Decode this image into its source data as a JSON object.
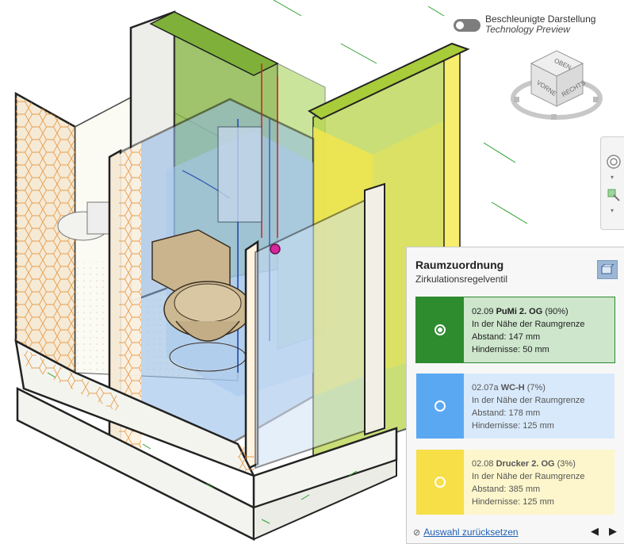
{
  "toggle": {
    "label": "Beschleunigte Darstellung",
    "sublabel": "Technology Preview",
    "state": "off"
  },
  "viewcube": {
    "faces": [
      "OBEN",
      "VORNE",
      "RECHTS"
    ],
    "icon": "viewcube-icon"
  },
  "navbar": {
    "icons": [
      "steering-wheel-icon",
      "zoom-icon"
    ]
  },
  "panel": {
    "title": "Raumzuordnung",
    "subtitle": "Zirkulationsregelventil",
    "header_icon": "room-view-icon",
    "rooms": [
      {
        "number": "02.09",
        "name": "PuMi 2. OG",
        "percent": "(90%)",
        "location": "In der Nähe der Raumgrenze",
        "distance": "Abstand: 147 mm",
        "obstacles": "Hindernisse: 50 mm",
        "selected": true,
        "strip_color": "#2e8b2e",
        "bg_color": "#cde6cc"
      },
      {
        "number": "02.07a",
        "name": "WC-H",
        "percent": "(7%)",
        "location": "In der Nähe der Raumgrenze",
        "distance": "Abstand: 178 mm",
        "obstacles": "Hindernisse: 125 mm",
        "selected": false,
        "strip_color": "#5ba8f2",
        "bg_color": "#d8e9fb"
      },
      {
        "number": "02.08",
        "name": "Drucker 2. OG",
        "percent": "(3%)",
        "location": "In der Nähe der Raumgrenze",
        "distance": "Abstand: 385 mm",
        "obstacles": "Hindernisse: 125 mm",
        "selected": false,
        "strip_color": "#f6df47",
        "bg_color": "#fdf6cc"
      }
    ],
    "reset_label": "Auswahl zurücksetzen",
    "prev": "◀",
    "next": "▶"
  },
  "colors": {
    "room_green": "#8fbf2a",
    "room_blue": "#8fb9e8",
    "room_yellow": "#f1e64d",
    "hatch": "#e58a2b",
    "element_marker": "#d8279c"
  }
}
